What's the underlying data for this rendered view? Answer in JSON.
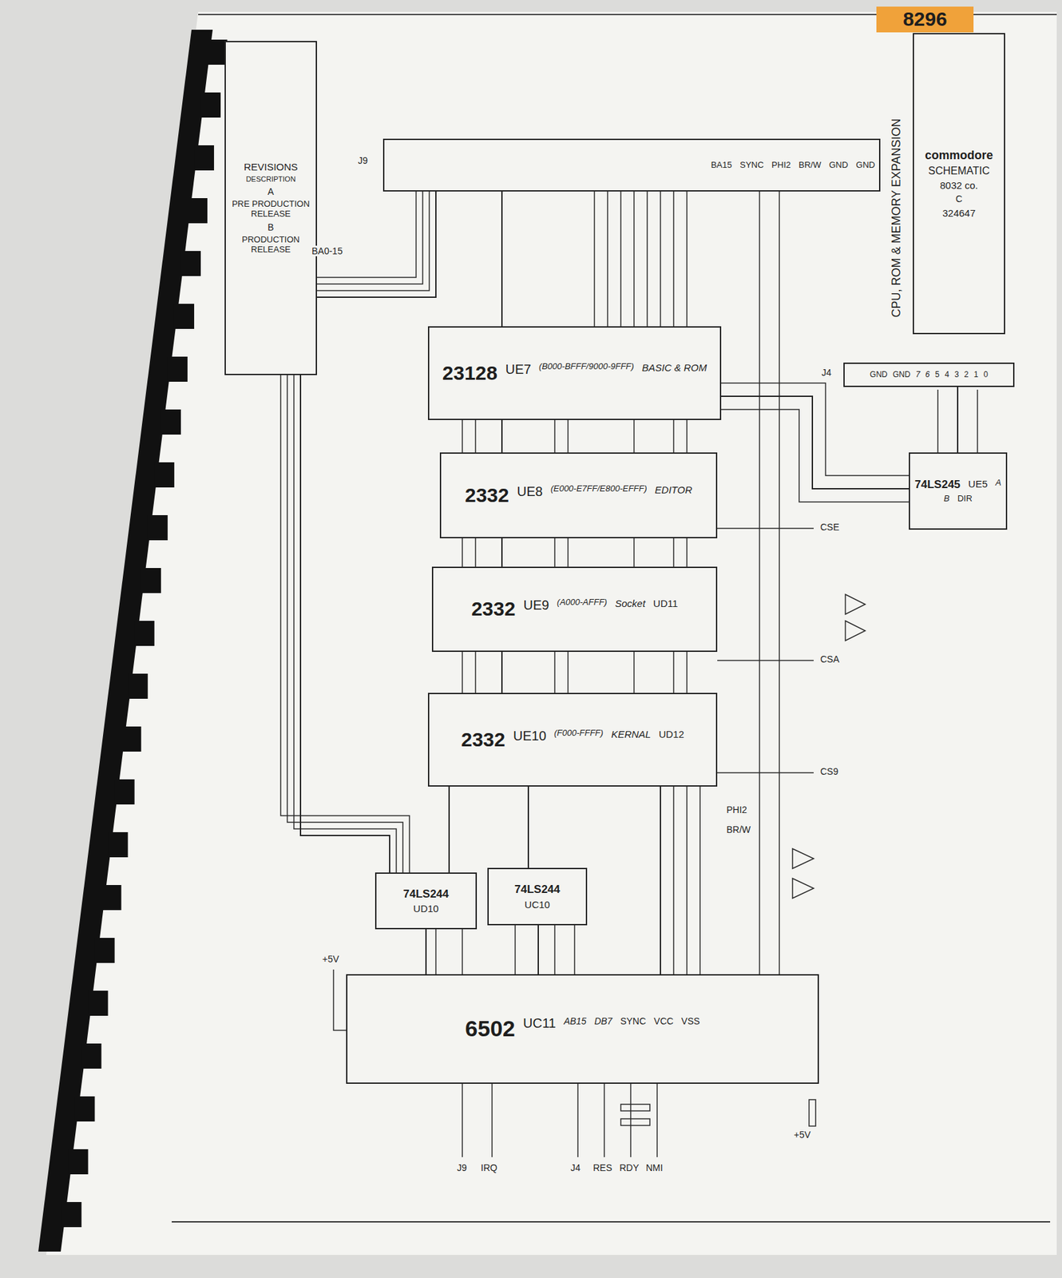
{
  "diagram": {
    "nodes": [
      {
        "text": [
          "8296"
        ]
      },
      {
        "text": [
          "REVISIONS",
          "DESCRIPTION",
          "A",
          "PRE PRODUCTION RELEASE",
          "B",
          "PRODUCTION RELEASE"
        ]
      },
      {
        "text": [
          "commodore",
          "SCHEMATIC",
          "8032 co.",
          "C",
          "324647"
        ]
      },
      {
        "text": [
          "BA15",
          "SYNC",
          "PHI2",
          "BR/W",
          "GND",
          "GND"
        ]
      },
      {
        "text": [
          "23128",
          "UE7",
          "(B000-BFFF/9000-9FFF)",
          "BASIC & ROM"
        ]
      },
      {
        "text": [
          "2332",
          "UE8",
          "(E000-E7FF/E800-EFFF)",
          "EDITOR"
        ]
      },
      {
        "text": [
          "2332",
          "UE9",
          "(A000-AFFF)",
          "Socket",
          "UD11"
        ]
      },
      {
        "text": [
          "2332",
          "UE10",
          "(F000-FFFF)",
          "KERNAL",
          "UD12"
        ]
      },
      {
        "text": [
          "GND",
          "GND",
          "7",
          "6",
          "5",
          "4",
          "3",
          "2",
          "1",
          "0"
        ]
      },
      {
        "text": [
          "74LS245",
          "UE5",
          "A",
          "B",
          "DIR"
        ]
      },
      {
        "text": [
          "74LS244",
          "UD10"
        ]
      },
      {
        "text": [
          "74LS244",
          "UC10"
        ]
      },
      {
        "text": [
          "6502",
          "UC11",
          "AB15",
          "DB7",
          "SYNC",
          "VCC",
          "VSS"
        ]
      }
    ],
    "edges": [
      {
        "from": 12,
        "to": 10,
        "arrow": "none"
      },
      {
        "from": 12,
        "to": 11,
        "arrow": "none"
      },
      {
        "from": 10,
        "to": 7,
        "arrow": "none"
      },
      {
        "from": 11,
        "to": 7,
        "arrow": "none"
      },
      {
        "from": 7,
        "to": 6,
        "arrow": "none"
      },
      {
        "from": 6,
        "to": 5,
        "arrow": "none"
      },
      {
        "from": 5,
        "to": 4,
        "arrow": "none"
      },
      {
        "from": 4,
        "to": 3,
        "arrow": "none"
      },
      {
        "from": 12,
        "to": 7,
        "arrow": "none"
      },
      {
        "from": 4,
        "to": 9,
        "arrow": "none"
      },
      {
        "from": 9,
        "to": 8,
        "arrow": "none"
      },
      {
        "from": 10,
        "to": 3,
        "arrow": "none"
      }
    ],
    "labels": [
      "J9",
      "BA0-15",
      "CPU, ROM & MEMORY EXPANSION",
      "J4",
      "CSE",
      "CSA",
      "CS9",
      "PHI2",
      "BR/W",
      "+5V",
      "J9",
      "IRQ",
      "J4",
      "RES",
      "RDY",
      "NMI",
      "+5V"
    ]
  }
}
